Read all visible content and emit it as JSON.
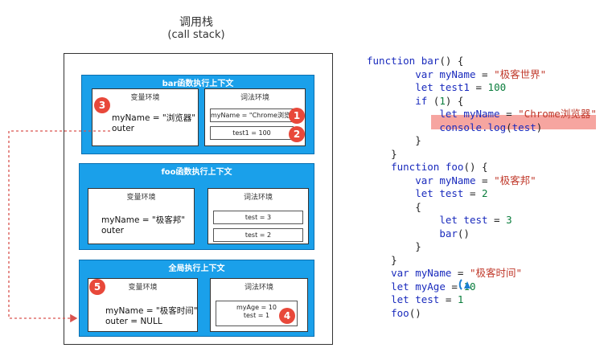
{
  "header": {
    "title": "调用栈",
    "subtitle": "(call stack)"
  },
  "bar_ctx": {
    "title": "bar函数执行上下文",
    "var_env": {
      "title": "变量环境",
      "vars": [
        "myName = \"浏览器\"",
        "outer"
      ]
    },
    "lex_env": {
      "title": "词法环境",
      "slots": [
        "myName = \"Chrome浏览器\"",
        "test1 = 100"
      ]
    }
  },
  "foo_ctx": {
    "title": "foo函数执行上下文",
    "var_env": {
      "title": "变量环境",
      "vars": [
        "myName = \"极客邦\"",
        "outer"
      ]
    },
    "lex_env": {
      "title": "词法环境",
      "slots": [
        "test = 3",
        "test = 2"
      ]
    }
  },
  "global_ctx": {
    "title": "全局执行上下文",
    "var_env": {
      "title": "变量环境",
      "vars": [
        "myName = \"极客时间\"",
        "outer = NULL"
      ]
    },
    "lex_env": {
      "title": "词法环境",
      "slots": [
        "myAge = 10",
        "test = 1"
      ]
    }
  },
  "badges": [
    "1",
    "2",
    "3",
    "4",
    "5"
  ],
  "code_lines": [
    "function bar() {",
    "        var myName = \"极客世界\"",
    "        let test1 = 100",
    "        if (1) {",
    "            let myName = \"Chrome浏览器\"",
    "            console.log(test)",
    "        }",
    "    }",
    "    function foo() {",
    "        var myName = \"极客邦\"",
    "        let test = 2",
    "        {",
    "            let test = 3",
    "            bar()",
    "        }",
    "    }",
    "    var myName = \"极客时间\"",
    "    let myAge = 10",
    "    let test = 1",
    "    foo()"
  ],
  "colors": {
    "context": "#1aa0ea",
    "badge": "#e8483a",
    "arrow": "#d9534f",
    "highlight": "#f6a5a0",
    "keyword": "#1a2bbd",
    "string": "#c0392b",
    "number": "#0a7d3c"
  }
}
